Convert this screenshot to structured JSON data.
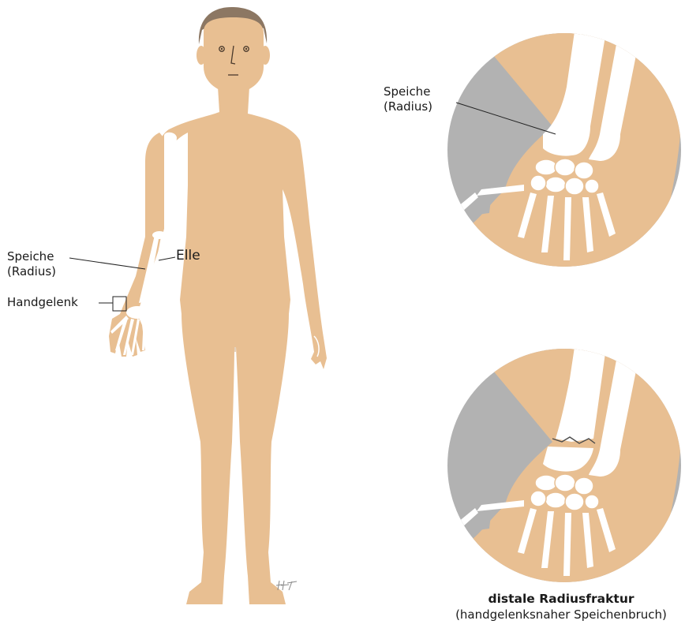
{
  "figure": {
    "labels": {
      "body_radius_line1": "Speiche",
      "body_radius_line2": "(Radius)",
      "body_ulna": "Elle",
      "body_wrist": "Handgelenk",
      "zoom_radius_line1": "Speiche",
      "zoom_radius_line2": "(Radius)"
    },
    "caption": {
      "title": "distale Radiusfraktur",
      "subtitle": "(handgelenksnaher Speichenbruch)"
    },
    "colors": {
      "skin": "#e8bf92",
      "hair": "#8c7763",
      "bone": "#ffffff",
      "circle_background": "#b2b2b2",
      "line": "#222222"
    }
  }
}
